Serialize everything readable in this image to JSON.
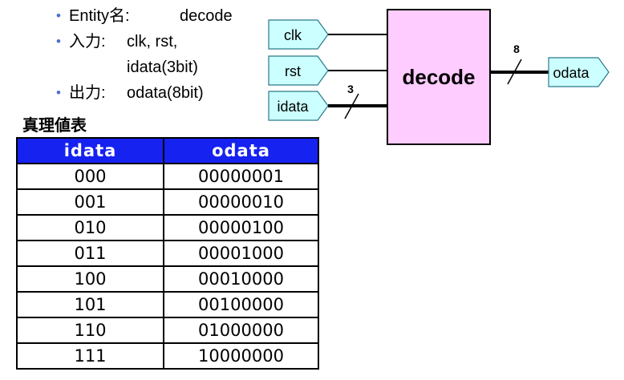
{
  "spec": {
    "items": [
      {
        "bullet": "•",
        "label": "Entity名:",
        "value": "decode"
      },
      {
        "bullet": "•",
        "label": "入力:",
        "value": "clk, rst,"
      },
      {
        "bullet": "",
        "label": "",
        "value": "idata(3bit)"
      },
      {
        "bullet": "•",
        "label": "出力:",
        "value": "odata(8bit)"
      }
    ]
  },
  "truth_table": {
    "title": "真理値表",
    "headers": [
      "idata",
      "odata"
    ],
    "rows": [
      [
        "000",
        "00000001"
      ],
      [
        "001",
        "00000010"
      ],
      [
        "010",
        "00000100"
      ],
      [
        "011",
        "00001000"
      ],
      [
        "100",
        "00010000"
      ],
      [
        "101",
        "00100000"
      ],
      [
        "110",
        "01000000"
      ],
      [
        "111",
        "10000000"
      ]
    ]
  },
  "diagram": {
    "entity_name": "decode",
    "inputs": [
      "clk",
      "rst",
      "idata"
    ],
    "output": "odata",
    "input_bus_width": "3",
    "output_bus_width": "8",
    "colors": {
      "entity_fill": "#ffccff",
      "port_fill": "#ccffff",
      "header_fill": "#1622f0"
    }
  }
}
